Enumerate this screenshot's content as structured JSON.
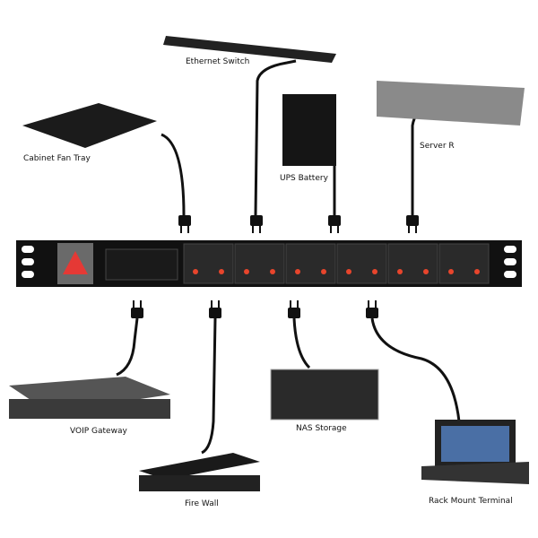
{
  "devices": {
    "ethernet_switch": "Ethernet Switch",
    "server": "Server R",
    "fan_tray": "Cabinet Fan Tray",
    "ups": "UPS Battery",
    "voip": "VOIP Gateway",
    "nas": "NAS Storage",
    "firewall": "Fire Wall",
    "terminal": "Rack Mount Terminal"
  },
  "colors": {
    "pdu": "#111111",
    "socket_led": "#e8452c",
    "switch": "#e53935"
  }
}
